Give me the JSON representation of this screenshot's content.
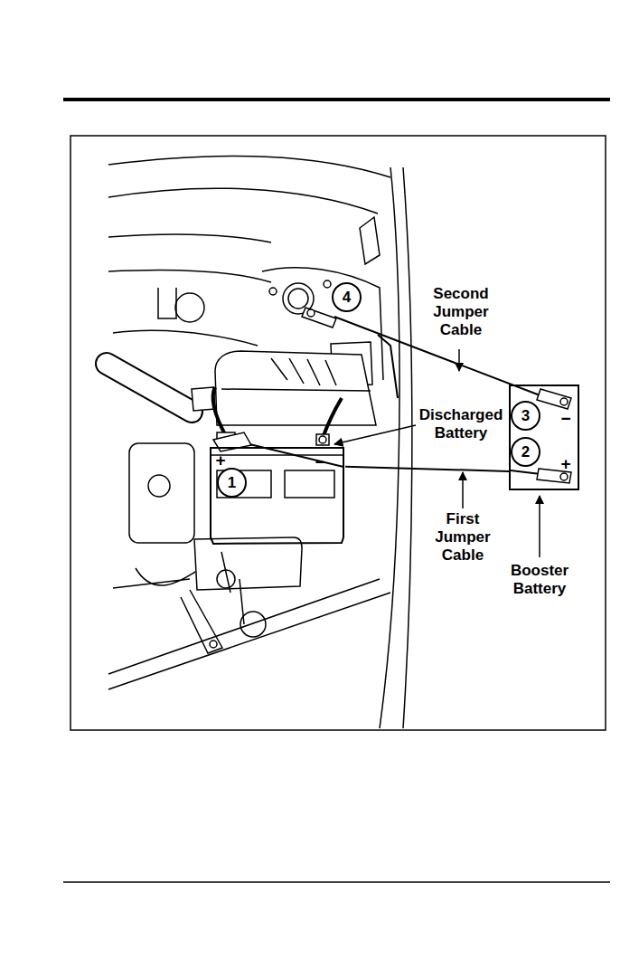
{
  "diagram": {
    "nodes": [
      {
        "text": [
          "4"
        ]
      },
      {
        "text": [
          "−",
          "+"
        ]
      },
      {
        "text": [
          "3"
        ],
        "in": 1
      },
      {
        "text": [
          "2"
        ],
        "in": 1
      },
      {
        "text": [
          "+",
          "−"
        ]
      },
      {
        "text": [
          "1"
        ],
        "in": 4
      }
    ],
    "edges": [
      {
        "from": 4,
        "to": 1,
        "arrow": "none"
      }
    ],
    "labels": [
      "Second Jumper Cable",
      "Discharged Battery",
      "First Jumper Cable",
      "Booster Battery"
    ]
  }
}
